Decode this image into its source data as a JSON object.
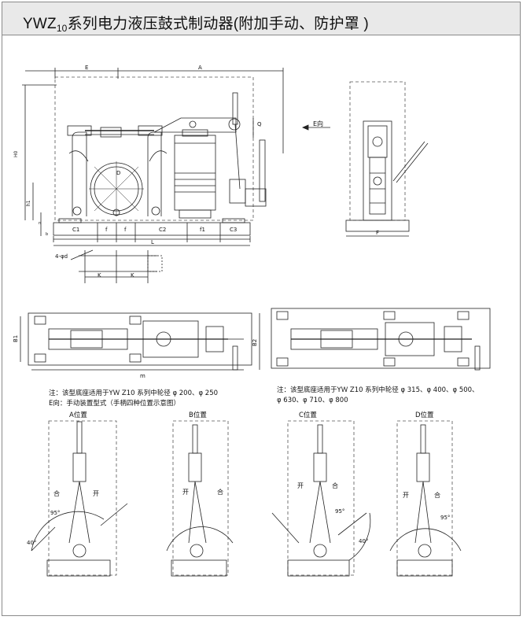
{
  "header": {
    "title_main": "YWZ",
    "title_sub": "10",
    "title_rest": "系列电力液压鼓式制动器(附加手动、防护罩 )"
  },
  "notes": {
    "left_line1": "注：该型底座适用于YＷ Z10 系列中轮径 φ 200、φ 250",
    "left_line2": "E向：手动装置型式（手柄四种位置示意图）",
    "right_line1": "注：该型底座适用于YＷ Z10 系列中轮径 φ 315、φ 400、φ 500、",
    "right_line2": "φ 630、φ 710、φ 800"
  },
  "dimension_labels": {
    "E": "E",
    "A": "A",
    "H0": "H0",
    "h1": "h1",
    "n": "n",
    "b": "b",
    "D": "D",
    "Q": "Q",
    "C1": "C1",
    "f": "f",
    "C2": "C2",
    "f1": "f1",
    "C3": "C3",
    "L": "L",
    "F": "F",
    "E_view": "E向",
    "bolt": "4-φd",
    "K": "K",
    "B1": "B1",
    "B2": "B2",
    "m": "m"
  },
  "positions": {
    "A": "A位置",
    "B": "B位置",
    "C": "C位置",
    "D": "D位置",
    "open": "开",
    "close": "合",
    "angle95": "95°",
    "angle40": "40°"
  }
}
